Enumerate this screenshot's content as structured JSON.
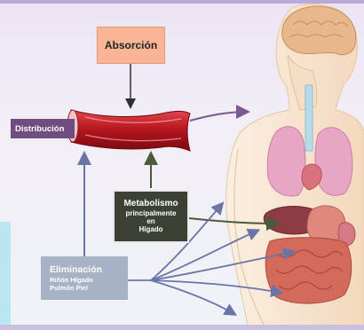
{
  "diagram": {
    "absorcion_label": "Absorción",
    "distribucion_label": "Distribución",
    "metabolismo": {
      "line1": "Metabolismo",
      "line2": "principalmente",
      "line3": "en",
      "line4": "Hígado"
    },
    "eliminacion": {
      "line1": "Eliminación",
      "line2": "Riñón Hígado",
      "line3": "Pulmón Piel"
    }
  },
  "colors": {
    "absorcion_box": "#f9b596",
    "distribucion_box": "#6f4d80",
    "metabolismo_box": "#3b4235",
    "eliminacion_box": "#a8b2c7",
    "vessel": "#c8202a",
    "arrow_blue": "#6b74a8",
    "skin": "#f7e3cc",
    "lungs": "#e7a7c4",
    "liver": "#8c3c42",
    "stomach": "#e0877e",
    "intestine": "#d36a5c",
    "brain": "#e9b78c"
  }
}
